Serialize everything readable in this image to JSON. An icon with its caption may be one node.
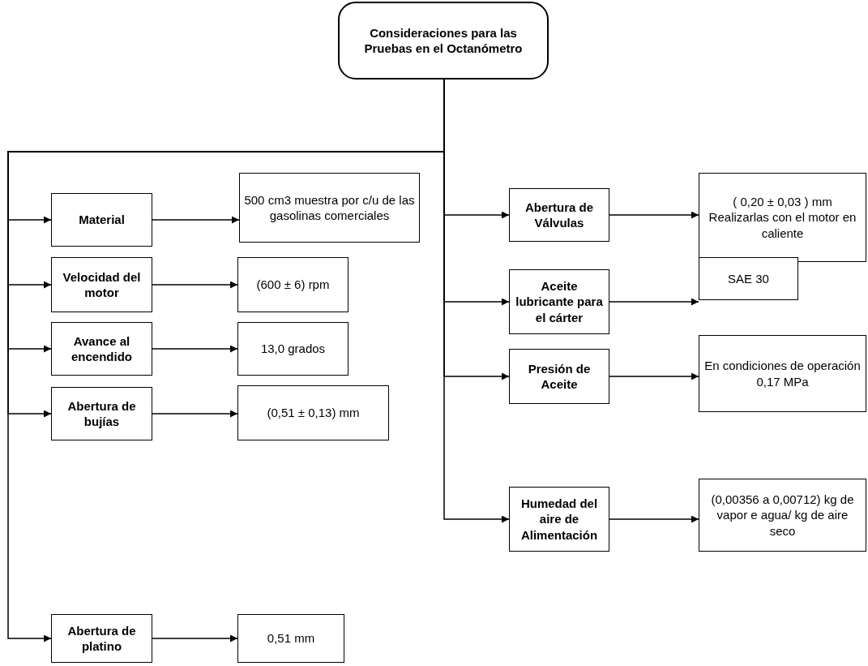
{
  "diagram": {
    "nodes": [
      {
        "text": [
          "Consideraciones para las Pruebas en el Octanómetro"
        ]
      },
      {
        "text": [
          "Material"
        ]
      },
      {
        "text": [
          "500 cm3 muestra por c/u de las gasolinas comerciales"
        ]
      },
      {
        "text": [
          "Velocidad del motor"
        ]
      },
      {
        "text": [
          "(600 ± 6) rpm"
        ]
      },
      {
        "text": [
          "Avance al encendido"
        ]
      },
      {
        "text": [
          "13,0 grados"
        ]
      },
      {
        "text": [
          "Abertura de bujías"
        ]
      },
      {
        "text": [
          "(0,51 ± 0,13) mm"
        ]
      },
      {
        "text": [
          "Abertura de platino"
        ]
      },
      {
        "text": [
          "0,51 mm"
        ]
      },
      {
        "text": [
          "Abertura de Válvulas"
        ]
      },
      {
        "text": [
          "( 0,20 ± 0,03 ) mm Realizarlas con el motor en caliente"
        ]
      },
      {
        "text": [
          "Aceite lubricante para el cárter"
        ]
      },
      {
        "text": [
          "SAE 30"
        ]
      },
      {
        "text": [
          "Presión de Aceite"
        ]
      },
      {
        "text": [
          "En condiciones de operación 0,17 MPa"
        ]
      },
      {
        "text": [
          "Humedad del aire de Alimentación"
        ]
      },
      {
        "text": [
          "(0,00356 a 0,00712) kg de vapor e agua/ kg de aire seco"
        ]
      }
    ],
    "edges": [
      {
        "from": 0,
        "to": 1,
        "arrow": "to"
      },
      {
        "from": 0,
        "to": 3,
        "arrow": "to"
      },
      {
        "from": 0,
        "to": 5,
        "arrow": "to"
      },
      {
        "from": 0,
        "to": 7,
        "arrow": "to"
      },
      {
        "from": 0,
        "to": 9,
        "arrow": "to"
      },
      {
        "from": 0,
        "to": 11,
        "arrow": "to"
      },
      {
        "from": 0,
        "to": 13,
        "arrow": "to"
      },
      {
        "from": 0,
        "to": 15,
        "arrow": "to"
      },
      {
        "from": 0,
        "to": 17,
        "arrow": "to"
      },
      {
        "from": 1,
        "to": 2,
        "arrow": "to"
      },
      {
        "from": 3,
        "to": 4,
        "arrow": "to"
      },
      {
        "from": 5,
        "to": 6,
        "arrow": "to"
      },
      {
        "from": 7,
        "to": 8,
        "arrow": "to"
      },
      {
        "from": 9,
        "to": 10,
        "arrow": "to"
      },
      {
        "from": 11,
        "to": 12,
        "arrow": "to"
      },
      {
        "from": 13,
        "to": 14,
        "arrow": "to"
      },
      {
        "from": 15,
        "to": 16,
        "arrow": "to"
      },
      {
        "from": 17,
        "to": 18,
        "arrow": "to"
      }
    ]
  }
}
